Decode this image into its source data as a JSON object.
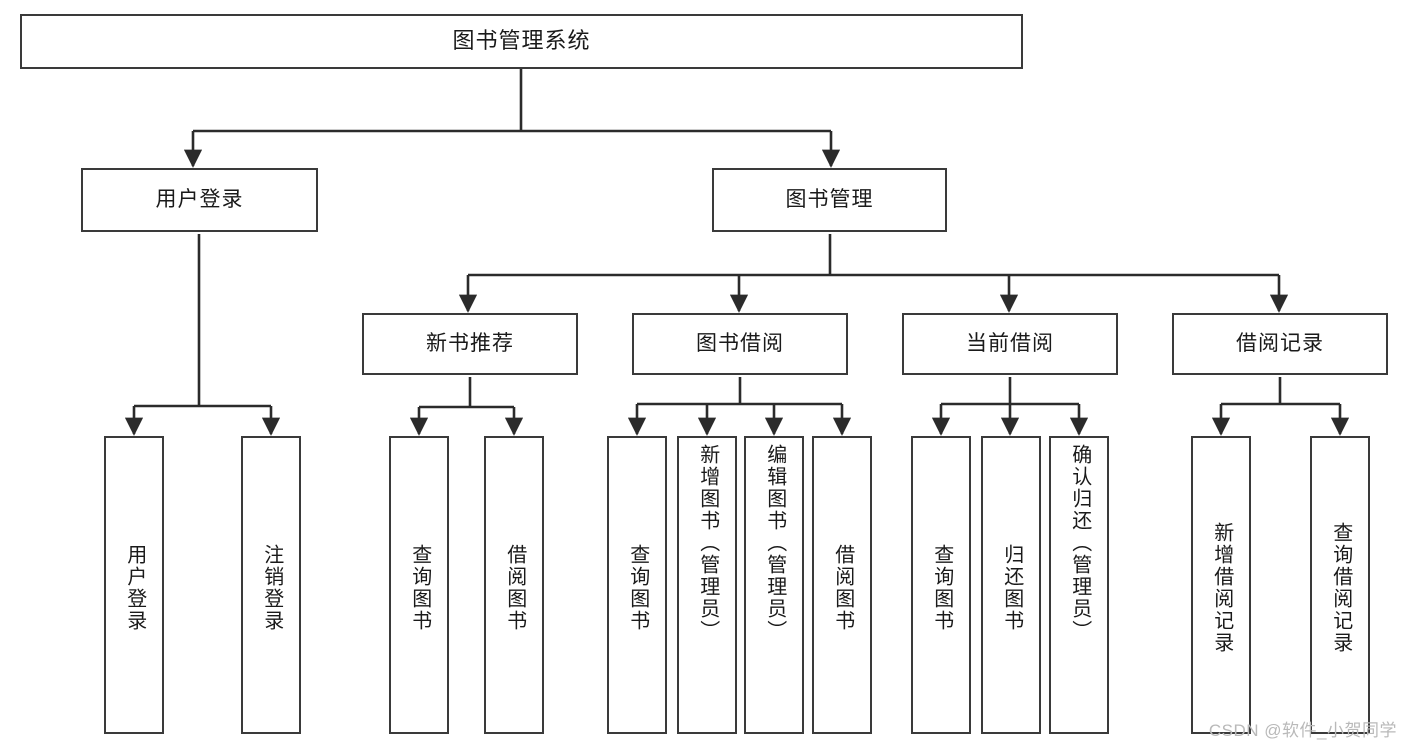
{
  "diagram": {
    "type": "tree-hierarchy",
    "title": "图书管理系统",
    "watermark": "CSDN @软件_小贺同学",
    "colors": {
      "box_border": "#3a3a3a",
      "box_fill": "#ffffff",
      "connector": "#2b2b2b",
      "text": "#1a1a1a",
      "watermark": "#b9b9b9",
      "page_background": "#ffffff"
    },
    "nodes": {
      "root": {
        "label": "图书管理系统"
      },
      "level1": [
        {
          "id": "user-login",
          "label": "用户登录"
        },
        {
          "id": "book-manage",
          "label": "图书管理"
        }
      ],
      "level2": [
        {
          "id": "new-book-recommend",
          "label": "新书推荐"
        },
        {
          "id": "book-borrow",
          "label": "图书借阅"
        },
        {
          "id": "current-borrow",
          "label": "当前借阅"
        },
        {
          "id": "borrow-record",
          "label": "借阅记录"
        }
      ],
      "leaves": {
        "user-login": [
          {
            "id": "leaf-user-login",
            "label": "用户登录"
          },
          {
            "id": "leaf-logout-login",
            "label": "注销登录"
          }
        ],
        "new-book-recommend": [
          {
            "id": "leaf-query-book-1",
            "label": "查询图书"
          },
          {
            "id": "leaf-borrow-book-1",
            "label": "借阅图书"
          }
        ],
        "book-borrow": [
          {
            "id": "leaf-query-book-2",
            "label": "查询图书"
          },
          {
            "id": "leaf-add-book",
            "label": "新增图书（管理员）"
          },
          {
            "id": "leaf-edit-book",
            "label": "编辑图书（管理员）"
          },
          {
            "id": "leaf-borrow-book-2",
            "label": "借阅图书"
          }
        ],
        "current-borrow": [
          {
            "id": "leaf-query-book-3",
            "label": "查询图书"
          },
          {
            "id": "leaf-return-book",
            "label": "归还图书"
          },
          {
            "id": "leaf-confirm-return",
            "label": "确认归还（管理员）"
          }
        ],
        "borrow-record": [
          {
            "id": "leaf-add-record",
            "label": "新增借阅记录"
          },
          {
            "id": "leaf-query-record",
            "label": "查询借阅记录"
          }
        ]
      }
    }
  }
}
